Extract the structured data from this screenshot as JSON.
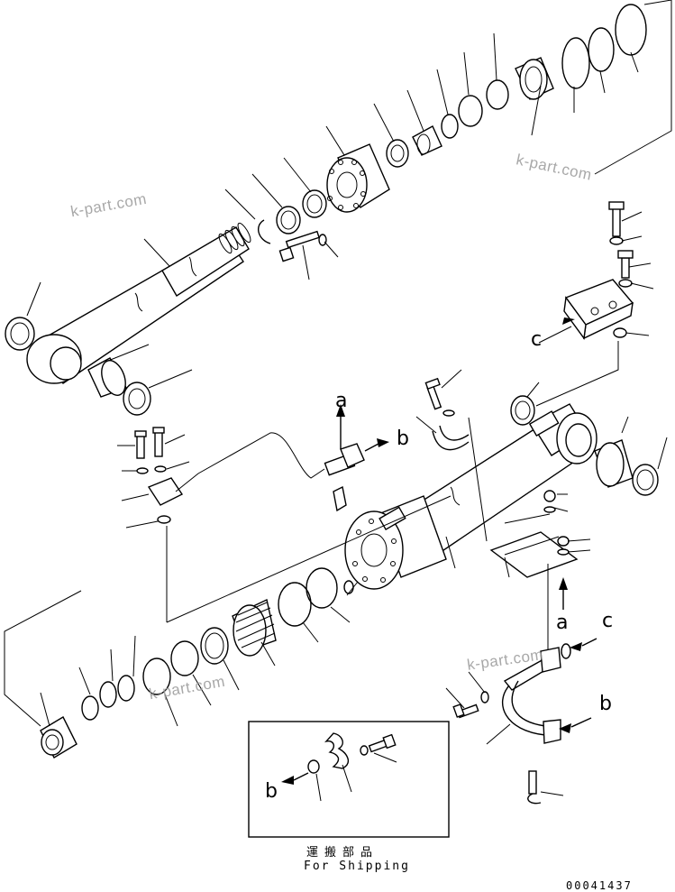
{
  "callouts": {
    "a": "a",
    "b": "b",
    "c": "c"
  },
  "shipping": {
    "jp": "運搬部品",
    "en": "For Shipping"
  },
  "figure_number": "00041437",
  "watermark": "k-part.com"
}
